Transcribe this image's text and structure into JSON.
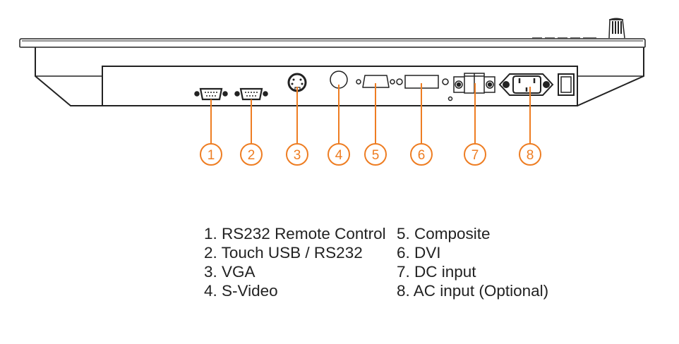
{
  "accent_color": "#ee7d22",
  "callouts": [
    "1",
    "2",
    "3",
    "4",
    "5",
    "6",
    "7",
    "8"
  ],
  "legend": {
    "col1": [
      "1. RS232 Remote Control",
      "2. Touch USB / RS232",
      "3. VGA",
      "4. S-Video"
    ],
    "col2": [
      "5. Composite",
      "6. DVI",
      "7. DC input",
      "8. AC input (Optional)"
    ]
  },
  "ports": [
    {
      "id": 1,
      "name": "RS232 Remote Control",
      "icon": "db9-connector-icon"
    },
    {
      "id": 2,
      "name": "Touch USB / RS232",
      "icon": "db9-connector-icon"
    },
    {
      "id": 3,
      "name": "VGA",
      "icon": "mini-din-connector-icon"
    },
    {
      "id": 4,
      "name": "S-Video",
      "icon": "round-jack-icon"
    },
    {
      "id": 5,
      "name": "Composite",
      "icon": "d-sub-connector-icon"
    },
    {
      "id": 6,
      "name": "DVI",
      "icon": "dvi-connector-icon"
    },
    {
      "id": 7,
      "name": "DC input",
      "icon": "dc-jack-icon"
    },
    {
      "id": 8,
      "name": "AC input (Optional)",
      "icon": "iec-power-inlet-icon"
    }
  ]
}
